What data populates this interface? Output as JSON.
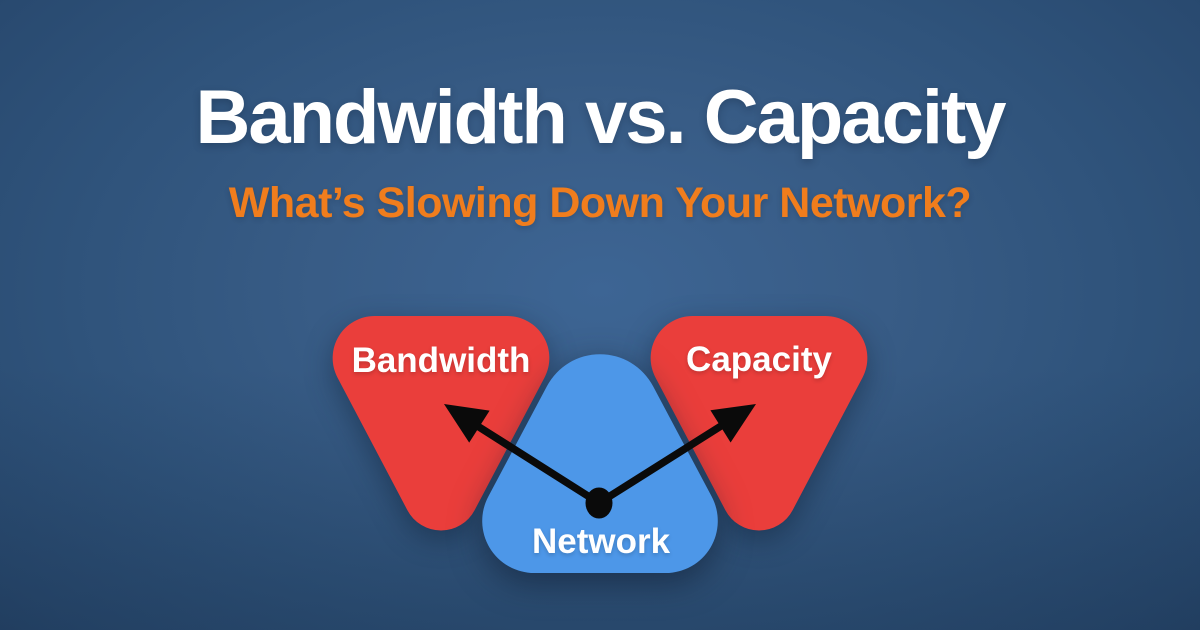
{
  "header": {
    "title": "Bandwidth vs. Capacity",
    "subtitle": "What’s Slowing Down Your Network?"
  },
  "diagram": {
    "left_triangle": {
      "label": "Bandwidth",
      "color": "#ea3e3b",
      "shape": "rounded-triangle-down"
    },
    "right_triangle": {
      "label": "Capacity",
      "color": "#ea3e3b",
      "shape": "rounded-triangle-down"
    },
    "center_triangle": {
      "label": "Network",
      "color": "#4d97e8",
      "shape": "rounded-triangle-up"
    },
    "connector": {
      "color": "#0a0a0a",
      "from": "network-dot",
      "targets": [
        "Bandwidth",
        "Capacity"
      ]
    }
  },
  "colors": {
    "background_center": "#3d6594",
    "background_edge": "#244266",
    "title_text": "#ffffff",
    "subtitle_text": "#f07d1d",
    "triangle_red": "#ea3e3b",
    "triangle_blue": "#4d97e8",
    "arrow_black": "#0a0a0a",
    "label_text": "#ffffff"
  }
}
